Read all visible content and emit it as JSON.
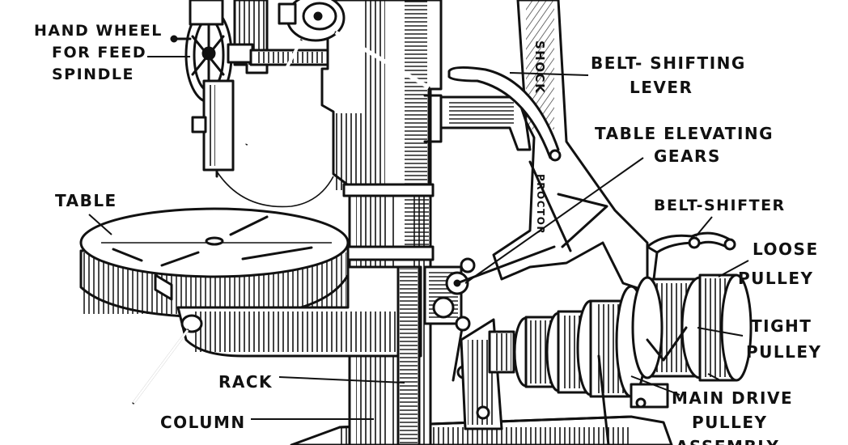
{
  "labels": {
    "hand_wheel": [
      "HAND WHEEL",
      "FOR FEED",
      "SPINDLE"
    ],
    "belt_shifting_lever": [
      "BELT- SHIFTING",
      "LEVER"
    ],
    "table_elevating_gears": [
      "TABLE ELEVATING",
      "GEARS"
    ],
    "table": [
      "TABLE"
    ],
    "belt_shifter": [
      "BELT-SHIFTER"
    ],
    "loose_pulley": [
      "LOOSE",
      "PULLEY"
    ],
    "tight_pulley": [
      "TIGHT",
      "PULLEY"
    ],
    "rack": [
      "RACK"
    ],
    "column": [
      "COLUMN"
    ],
    "main_drive_pulley": [
      "MAIN DRIVE",
      "PULLEY",
      "ASSEMBLY"
    ]
  },
  "embossed": {
    "frame_top": "SHOCK",
    "frame_mid": "PROCTOR"
  },
  "colors": {
    "ink": "#111111",
    "paper": "#ffffff"
  }
}
